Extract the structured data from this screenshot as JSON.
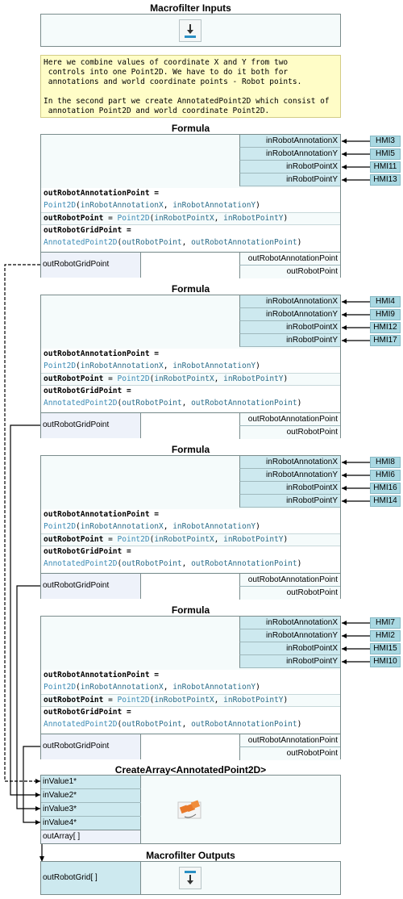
{
  "inputs": {
    "title": "Macrofilter Inputs",
    "icon": "download-icon"
  },
  "note": {
    "text": "Here we combine values of coordinate X and Y from two\n controls into one Point2D. We have to do it both for\n annotations and world coordinate points - Robot points.\n\nIn the second part we create AnnotatedPoint2D which consist of\n annotation Point2D and world coordinate Point2D."
  },
  "formulas": [
    {
      "title": "Formula",
      "inputs": [
        "inRobotAnnotationX",
        "inRobotAnnotationY",
        "inRobotPointX",
        "inRobotPointY"
      ],
      "hmi": [
        "HMI3",
        "HMI5",
        "HMI11",
        "HMI13"
      ],
      "code": {
        "l1": "outRobotAnnotationPoint =",
        "l2fn": "Point2D",
        "l2a": "inRobotAnnotationX",
        "l2b": "inRobotAnnotationY",
        "l3out": "outRobotPoint",
        "l3fn": "Point2D",
        "l3a": "inRobotPointX",
        "l3b": "inRobotPointY",
        "l4": "outRobotGridPoint =",
        "l5fn": "AnnotatedPoint2D",
        "l5a": "outRobotPoint",
        "l5b": "outRobotAnnotationPoint"
      },
      "outputs_left": "outRobotGridPoint",
      "outputs_right": [
        "outRobotAnnotationPoint",
        "outRobotPoint"
      ]
    },
    {
      "title": "Formula",
      "inputs": [
        "inRobotAnnotationX",
        "inRobotAnnotationY",
        "inRobotPointX",
        "inRobotPointY"
      ],
      "hmi": [
        "HMI4",
        "HMI9",
        "HMI12",
        "HMI17"
      ],
      "code": {
        "l1": "outRobotAnnotationPoint =",
        "l2fn": "Point2D",
        "l2a": "inRobotAnnotationX",
        "l2b": "inRobotAnnotationY",
        "l3out": "outRobotPoint",
        "l3fn": "Point2D",
        "l3a": "inRobotPointX",
        "l3b": "inRobotPointY",
        "l4": "outRobotGridPoint =",
        "l5fn": "AnnotatedPoint2D",
        "l5a": "outRobotPoint",
        "l5b": "outRobotAnnotationPoint"
      },
      "outputs_left": "outRobotGridPoint",
      "outputs_right": [
        "outRobotAnnotationPoint",
        "outRobotPoint"
      ]
    },
    {
      "title": "Formula",
      "inputs": [
        "inRobotAnnotationX",
        "inRobotAnnotationY",
        "inRobotPointX",
        "inRobotPointY"
      ],
      "hmi": [
        "HMI8",
        "HMI6",
        "HMI16",
        "HMI14"
      ],
      "code": {
        "l1": "outRobotAnnotationPoint =",
        "l2fn": "Point2D",
        "l2a": "inRobotAnnotationX",
        "l2b": "inRobotAnnotationY",
        "l3out": "outRobotPoint",
        "l3fn": "Point2D",
        "l3a": "inRobotPointX",
        "l3b": "inRobotPointY",
        "l4": "outRobotGridPoint =",
        "l5fn": "AnnotatedPoint2D",
        "l5a": "outRobotPoint",
        "l5b": "outRobotAnnotationPoint"
      },
      "outputs_left": "outRobotGridPoint",
      "outputs_right": [
        "outRobotAnnotationPoint",
        "outRobotPoint"
      ]
    },
    {
      "title": "Formula",
      "inputs": [
        "inRobotAnnotationX",
        "inRobotAnnotationY",
        "inRobotPointX",
        "inRobotPointY"
      ],
      "hmi": [
        "HMI7",
        "HMI2",
        "HMI15",
        "HMI10"
      ],
      "code": {
        "l1": "outRobotAnnotationPoint =",
        "l2fn": "Point2D",
        "l2a": "inRobotAnnotationX",
        "l2b": "inRobotAnnotationY",
        "l3out": "outRobotPoint",
        "l3fn": "Point2D",
        "l3a": "inRobotPointX",
        "l3b": "inRobotPointY",
        "l4": "outRobotGridPoint =",
        "l5fn": "AnnotatedPoint2D",
        "l5a": "outRobotPoint",
        "l5b": "outRobotAnnotationPoint"
      },
      "outputs_left": "outRobotGridPoint",
      "outputs_right": [
        "outRobotAnnotationPoint",
        "outRobotPoint"
      ]
    }
  ],
  "create_array": {
    "title": "CreateArray<AnnotatedPoint2D>",
    "inputs": [
      "inValue1*",
      "inValue2*",
      "inValue3*",
      "inValue4*"
    ],
    "output": "outArray[ ]",
    "icon": "create-array-icon"
  },
  "outputs": {
    "title": "Macrofilter Outputs",
    "port": "outRobotGrid[ ]",
    "icon": "upload-icon"
  },
  "colors": {
    "port_bg": "#cde9ef",
    "hmi_bg": "#a9d8e2",
    "note_bg": "#fffdc7",
    "fn": "#3a8ab4"
  }
}
